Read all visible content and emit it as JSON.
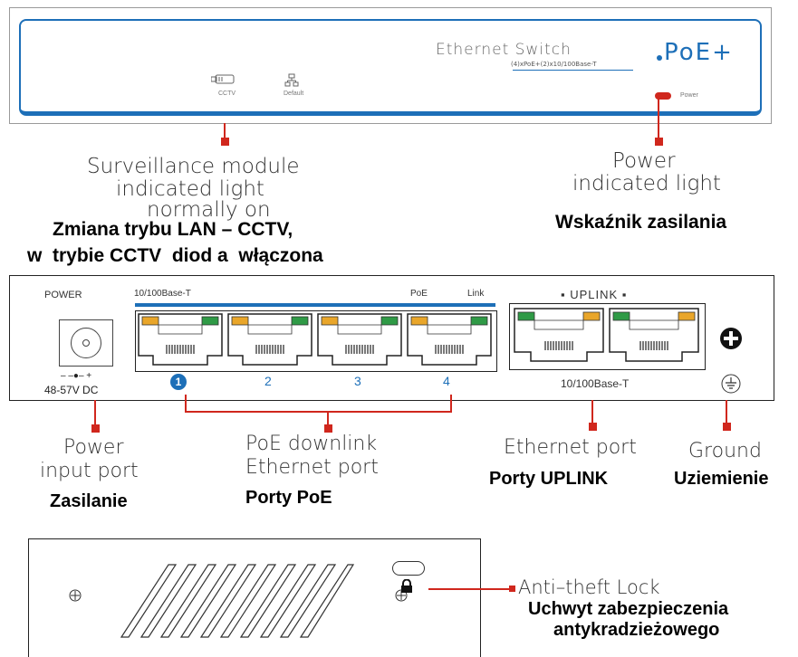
{
  "front_panel": {
    "brand": "Ethernet Switch",
    "poe_mark": "PoE+",
    "spec": "(4)xPoE+(2)x10/100Base-T",
    "cctv_label": "CCTV",
    "default_label": "Default",
    "power_label": "Power"
  },
  "annotations_top": {
    "surveillance_en": [
      "Surveillance module",
      "indicated light",
      "normally on"
    ],
    "surveillance_pl": [
      "Zmiana trybu LAN – CCTV,",
      "w  trybie CCTV  diod a  włączona"
    ],
    "power_en": [
      "Power",
      "indicated light"
    ],
    "power_pl": "Wskaźnik zasilania"
  },
  "rear_panel": {
    "power_label": "POWER",
    "voltage": "48-57V DC",
    "downlink_speed": "10/100Base-T",
    "poe_label": "PoE",
    "link_label": "Link",
    "uplink_label": "▪ UPLINK ▪",
    "uplink_speed": "10/100Base-T",
    "port_numbers": [
      "1",
      "2",
      "3",
      "4"
    ],
    "polarity": "– –●– +"
  },
  "annotations_bottom": {
    "power_input_en": [
      "Power",
      "input port"
    ],
    "power_input_pl": "Zasilanie",
    "poe_en": [
      "PoE downlink",
      "Ethernet port"
    ],
    "poe_pl": "Porty PoE",
    "ethernet_en": "Ethernet port",
    "ethernet_pl": "Porty UPLINK",
    "ground_en": "Ground",
    "ground_pl": "Uziemienie"
  },
  "side_panel": {
    "lock_en": "Anti–theft Lock",
    "lock_pl": [
      "Uchwyt zabezpieczenia",
      "antykradzieżowego"
    ]
  },
  "colors": {
    "accent_blue": "#1d6fb8",
    "callout_red": "#d0271d",
    "led_orange": "#e9a62a",
    "led_green": "#2f9a46"
  }
}
